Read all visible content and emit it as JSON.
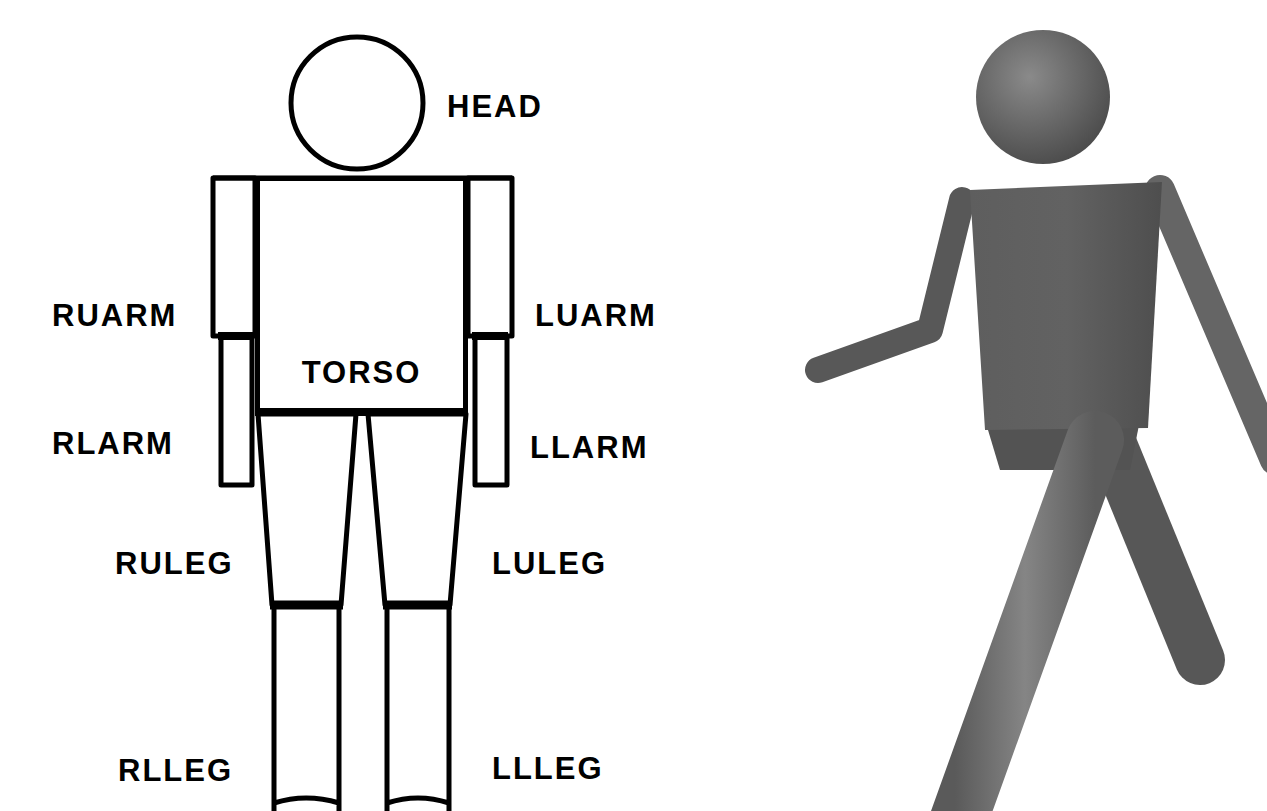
{
  "diagram": {
    "nodes": [
      {
        "text": [
          "TORSO"
        ]
      }
    ],
    "labels": [
      "HEAD",
      "RUARM",
      "LUARM",
      "RLARM",
      "LLARM",
      "RULEG",
      "LULEG",
      "RLLEG",
      "LLLEG"
    ]
  }
}
